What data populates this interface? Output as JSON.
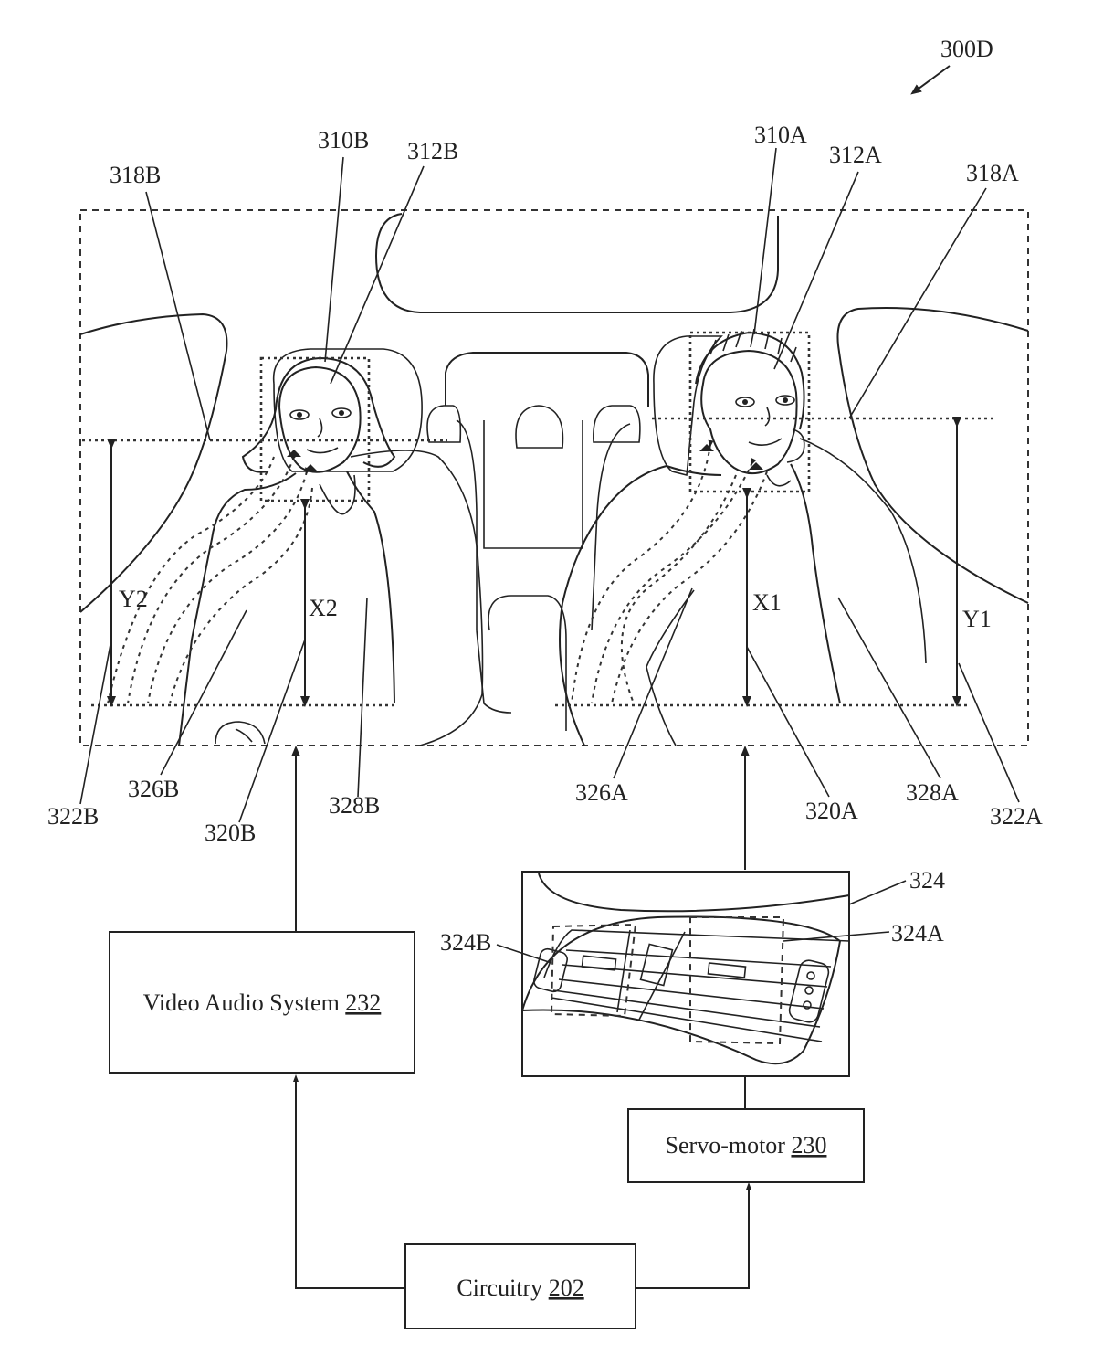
{
  "figure_id": "300D",
  "labels": {
    "l310b": "310B",
    "l312b": "312B",
    "l318b": "318B",
    "l310a": "310A",
    "l312a": "312A",
    "l318a": "318A",
    "y2": "Y2",
    "x2": "X2",
    "x1": "X1",
    "y1": "Y1",
    "l322b": "322B",
    "l326b": "326B",
    "l320b": "320B",
    "l328b": "328B",
    "l326a": "326A",
    "l320a": "320A",
    "l328a": "328A",
    "l322a": "322A",
    "l324": "324",
    "l324a": "324A",
    "l324b": "324B"
  },
  "blocks": {
    "video_audio": {
      "name": "Video Audio System ",
      "ref": "232"
    },
    "servo": {
      "name": "Servo-motor ",
      "ref": "230"
    },
    "circuitry": {
      "name": "Circuitry ",
      "ref": "202"
    }
  }
}
